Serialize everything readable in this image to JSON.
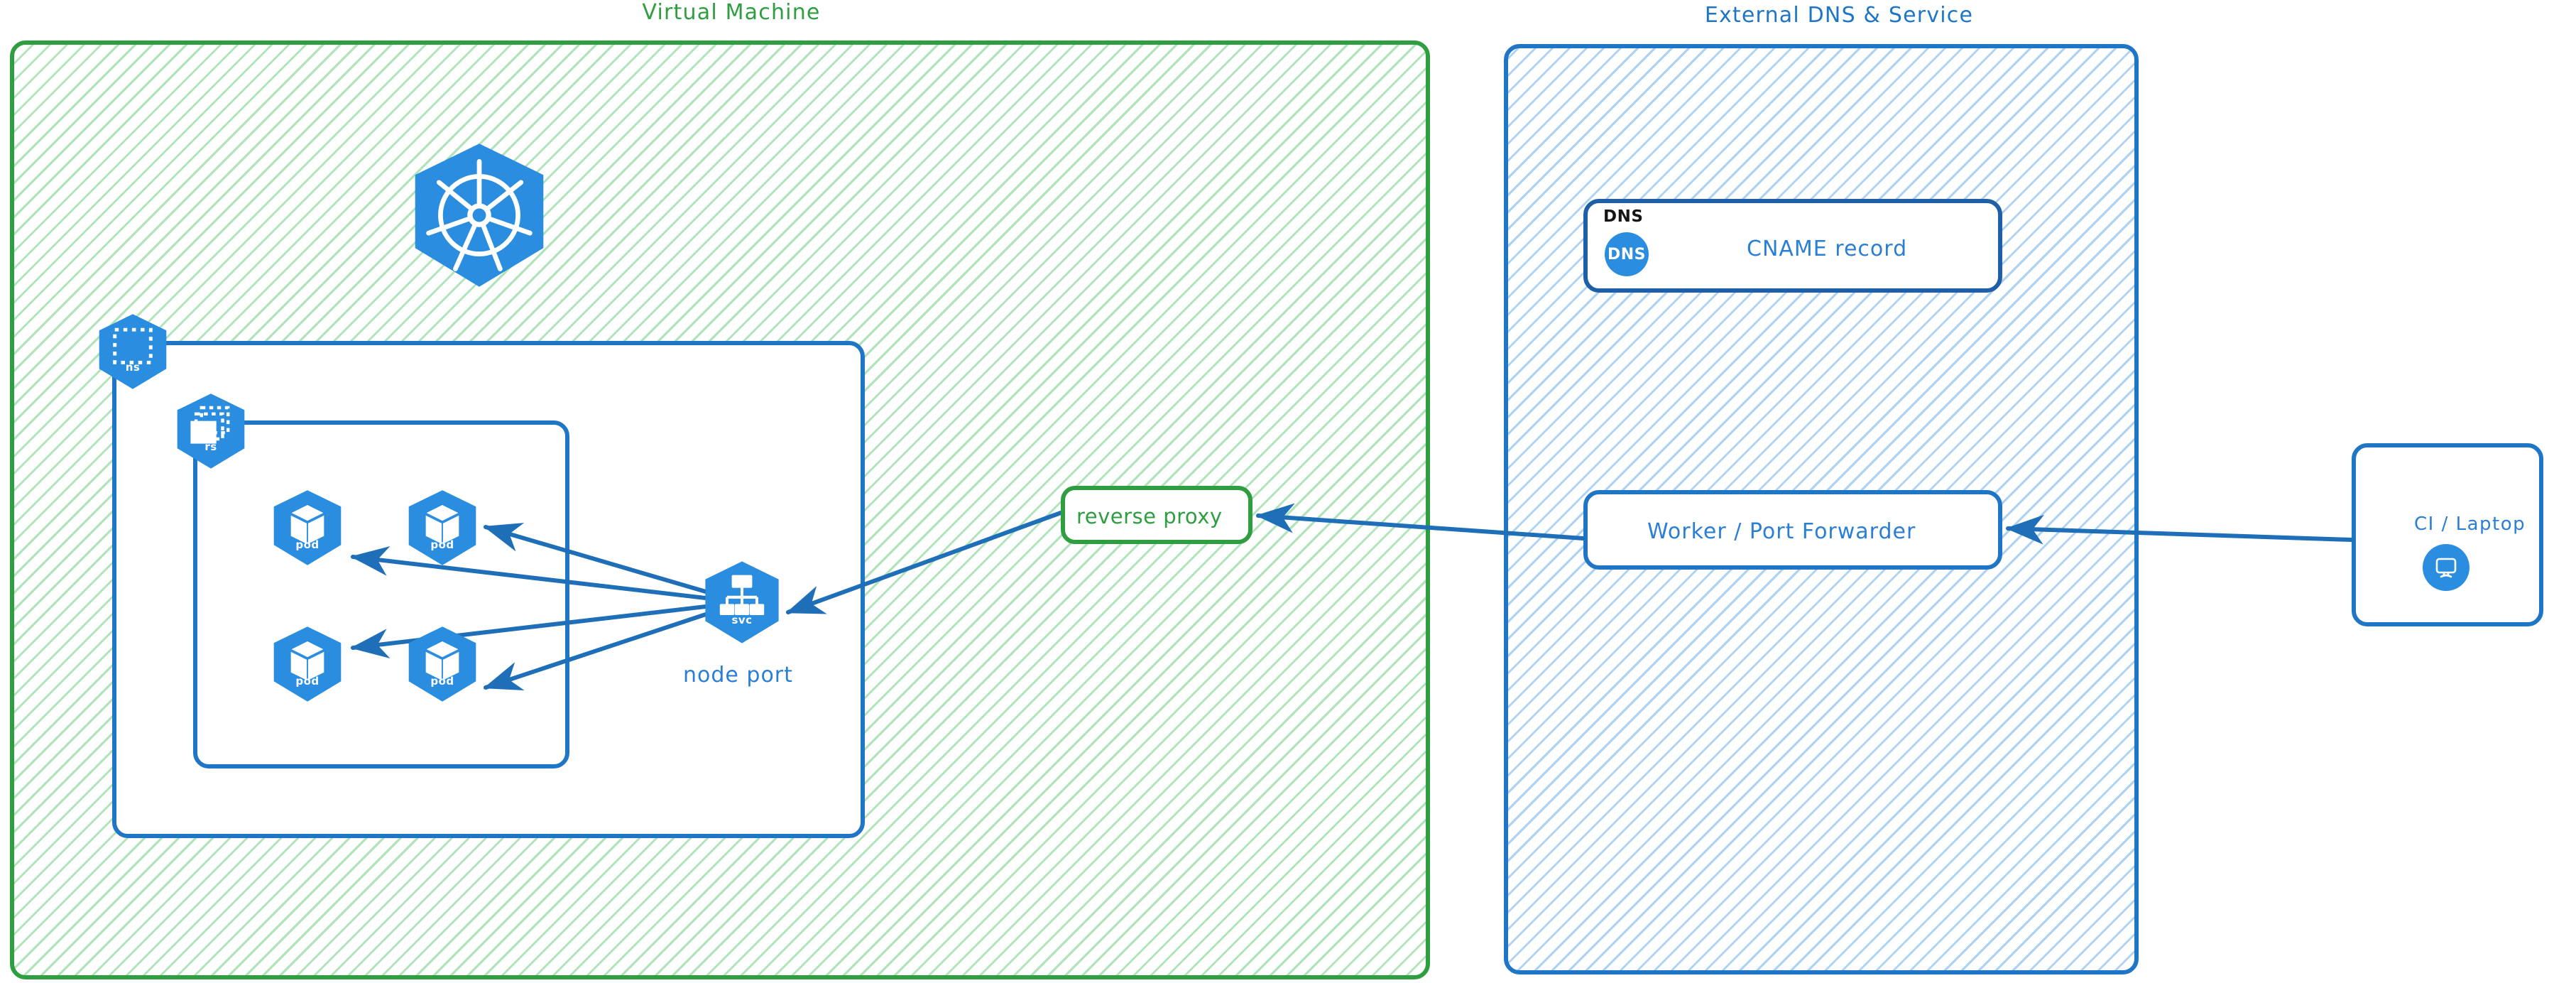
{
  "groups": {
    "vm": {
      "title": "Virtual Machine",
      "color": "#2f9e41"
    },
    "external": {
      "title": "External DNS & Service",
      "color": "#1f76c7"
    }
  },
  "nodes": {
    "kubernetes_logo": {
      "icon": "kubernetes-icon"
    },
    "namespace": {
      "caption": "ns",
      "icon": "namespace-icon"
    },
    "replicaset": {
      "caption": "rs",
      "icon": "replicaset-icon"
    },
    "pods": [
      {
        "caption": "pod",
        "icon": "pod-icon"
      },
      {
        "caption": "pod",
        "icon": "pod-icon"
      },
      {
        "caption": "pod",
        "icon": "pod-icon"
      },
      {
        "caption": "pod",
        "icon": "pod-icon"
      }
    ],
    "service": {
      "caption": "svc",
      "icon": "service-icon",
      "label": "node port"
    },
    "reverse_proxy": {
      "label": "reverse proxy",
      "color": "#2f9e41"
    },
    "dns_record": {
      "tag": "DNS",
      "icon_text": "DNS",
      "label": "CNAME record",
      "icon": "dns-icon"
    },
    "worker": {
      "label": "Worker / Port Forwarder"
    },
    "client": {
      "label": "CI / Laptop",
      "icon": "desktop-monitor-icon"
    }
  },
  "colors": {
    "k8s_blue": "#2a8de0",
    "arrow_blue": "#1f6fb8",
    "green": "#2f9e41",
    "text_blue": "#2a7fd4"
  }
}
